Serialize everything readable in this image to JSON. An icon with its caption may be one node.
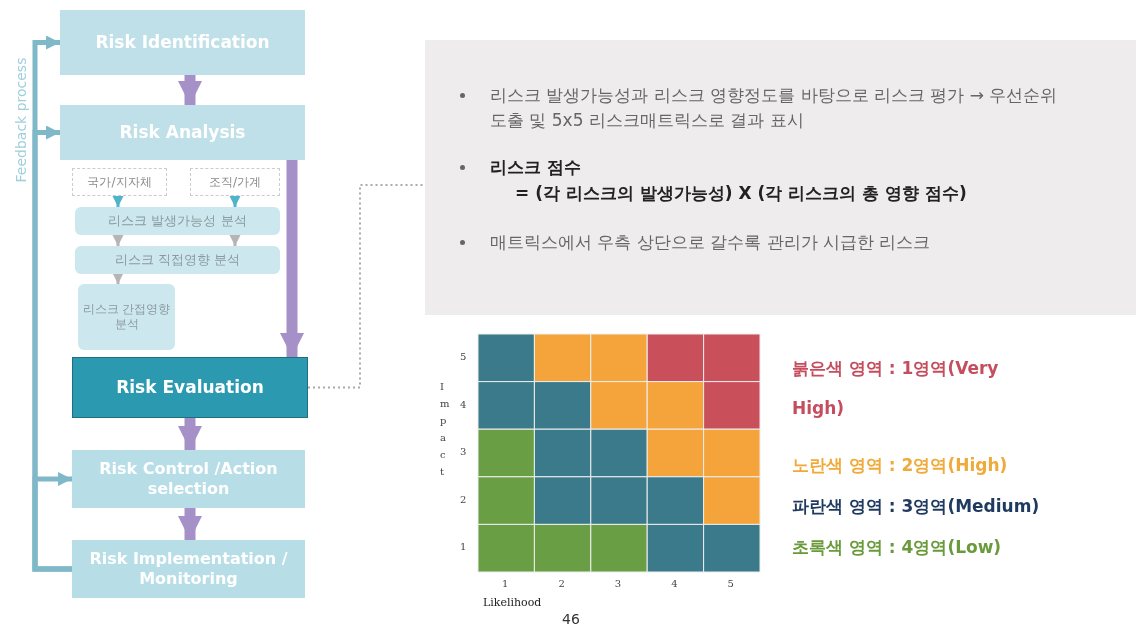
{
  "diagram": {
    "nodes": [
      {
        "text": [
          "Risk Identification"
        ]
      },
      {
        "text": [
          "Risk Analysis"
        ]
      },
      {
        "text": [
          "국가/지자체"
        ]
      },
      {
        "text": [
          "조직/가계"
        ]
      },
      {
        "text": [
          "리스크 발생가능성 분석"
        ]
      },
      {
        "text": [
          "리스크 직접영향 분석"
        ]
      },
      {
        "text": [
          "리스크 간접영향 분석"
        ]
      },
      {
        "text": [
          "Risk Evaluation"
        ]
      },
      {
        "text": [
          "Risk Control /Action selection"
        ]
      },
      {
        "text": [
          "Risk Implementation / Monitoring"
        ]
      },
      {
        "text": [
          "리스크 발생가능성과 리스크 영향정도를 바탕으로 리스크 평가 → 우선순위 도출 및 5x5 리스크매트릭스로 결과 표시",
          "리스크 점수",
          "= (각 리스크의 발생가능성) X (각 리스크의 총 영향 점수)",
          "매트릭스에서 우측 상단으로 갈수록 관리가 시급한 리스크"
        ]
      }
    ],
    "edges": [
      {
        "from": 0,
        "to": 1,
        "arrow": "to",
        "style": "thick"
      },
      {
        "from": 1,
        "to": 7,
        "arrow": "to",
        "style": "thick"
      },
      {
        "from": 2,
        "to": 4,
        "arrow": "to",
        "color": "#4fb3cc"
      },
      {
        "from": 3,
        "to": 4,
        "arrow": "to",
        "color": "#4fb3cc"
      },
      {
        "from": 4,
        "to": 5,
        "arrow": "to",
        "color": "#b5b5b5"
      },
      {
        "from": 4,
        "to": 5,
        "arrow": "to",
        "color": "#b5b5b5"
      },
      {
        "from": 5,
        "to": 6,
        "arrow": "to",
        "color": "#b5b5b5"
      },
      {
        "from": 7,
        "to": 8,
        "arrow": "to",
        "style": "thick"
      },
      {
        "from": 8,
        "to": 9,
        "arrow": "to",
        "style": "thick"
      },
      {
        "from": 9,
        "to": 0,
        "arrow": "to",
        "color": "#7fb8c8"
      },
      {
        "from": 9,
        "to": 1,
        "arrow": "to",
        "color": "#7fb8c8"
      },
      {
        "from": 9,
        "to": 8,
        "arrow": "to",
        "color": "#7fb8c8"
      },
      {
        "from": 7,
        "to": 10,
        "arrow": "none",
        "style": "dashed",
        "color": "#aaaaaa"
      }
    ],
    "labels": [
      "Feedback process",
      "5",
      "4",
      "3",
      "2",
      "1",
      "Impact",
      "1",
      "2",
      "3",
      "4",
      "5",
      "Likelihood",
      "46"
    ],
    "legend": [
      {
        "text": "붉은색 영역 : 1영역(Very High)",
        "color": "#c44e5e"
      },
      {
        "text": "노란색 영역 : 2영역(High)",
        "color": "#f0aa3a"
      },
      {
        "text": "파란색 영역 : 3영역(Medium)",
        "color": "#1f3a5f"
      },
      {
        "text": "초록색 영역 : 4영역(Low)",
        "color": "#6a9a3c"
      }
    ]
  }
}
